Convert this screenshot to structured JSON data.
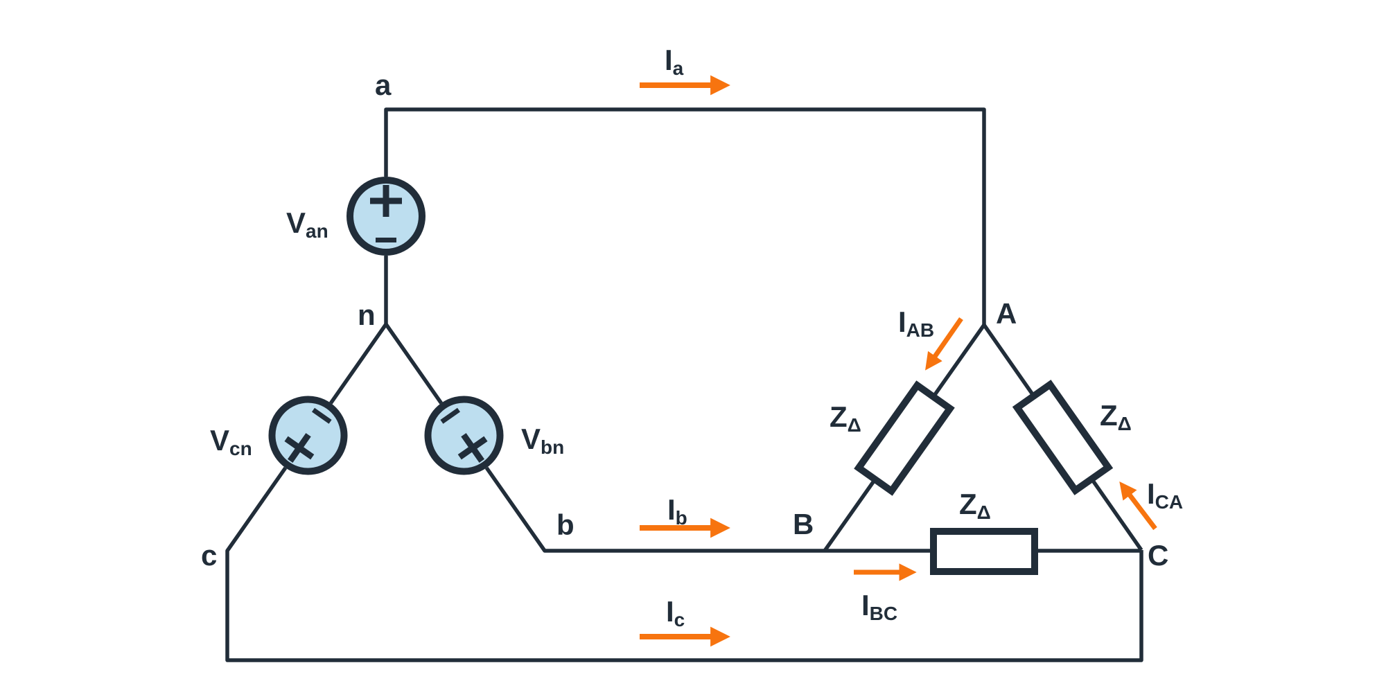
{
  "colors": {
    "wire": "#212d39",
    "text": "#212d39",
    "arrow": "#f7740f",
    "source_fill": "#bddeef",
    "background": "#ffffff"
  },
  "node_labels": {
    "a": "a",
    "b": "b",
    "c": "c",
    "n": "n",
    "A": "A",
    "B": "B",
    "C": "C"
  },
  "source_labels": {
    "van": {
      "main": "V",
      "sub": "an"
    },
    "vbn": {
      "main": "V",
      "sub": "bn"
    },
    "vcn": {
      "main": "V",
      "sub": "cn"
    }
  },
  "line_currents": {
    "ia": {
      "main": "I",
      "sub": "a"
    },
    "ib": {
      "main": "I",
      "sub": "b"
    },
    "ic": {
      "main": "I",
      "sub": "c"
    }
  },
  "phase_currents": {
    "iab": {
      "main": "I",
      "sub": "AB"
    },
    "ibc": {
      "main": "I",
      "sub": "BC"
    },
    "ica": {
      "main": "I",
      "sub": "CA"
    }
  },
  "impedance_labels": {
    "z_ab": {
      "main": "Z",
      "sub": "Δ"
    },
    "z_bc": {
      "main": "Z",
      "sub": "Δ"
    },
    "z_ca": {
      "main": "Z",
      "sub": "Δ"
    }
  },
  "polarity": {
    "plus": "+",
    "minus": "−"
  }
}
